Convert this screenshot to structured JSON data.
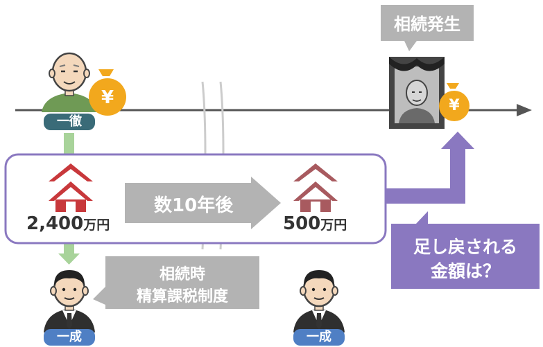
{
  "callout_top": "相続発生",
  "timeline": {
    "start_person_label": "一徹"
  },
  "left_house": {
    "amount": "2,400",
    "unit": "万円"
  },
  "middle_arrow": {
    "number": "数",
    "years": "10",
    "suffix": "年後"
  },
  "right_house": {
    "amount": "500",
    "unit": "万円"
  },
  "callout_lower": {
    "line1": "相続時",
    "line2": "精算課税制度"
  },
  "question_box": {
    "line1": "足し戻される",
    "line2": "金額は？"
  },
  "heir_left_label": "一成",
  "heir_right_label": "一成",
  "currency_symbol": "¥",
  "colors": {
    "purple": "#8a78c0",
    "red": "#c8383b",
    "gray": "#b3b3b3",
    "teal": "#3a6b78",
    "blue": "#4f7fc4",
    "green": "#a8d39a",
    "gold": "#f2a81d"
  }
}
